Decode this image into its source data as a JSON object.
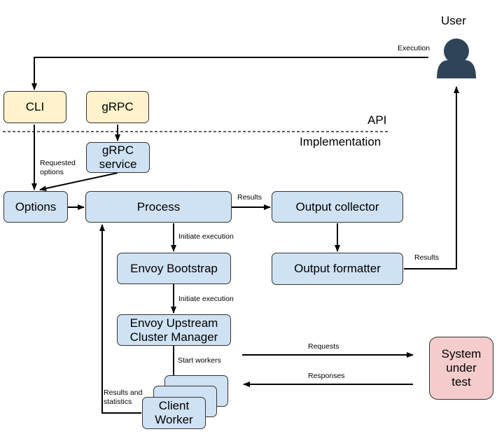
{
  "user": {
    "label": "User",
    "icon": "user-icon"
  },
  "layers": {
    "api": "API",
    "implementation": "Implementation"
  },
  "boxes": {
    "cli": "CLI",
    "grpc": "gRPC",
    "grpc_service": "gRPC service",
    "options": "Options",
    "process": "Process",
    "output_collector": "Output collector",
    "output_formatter": "Output formatter",
    "envoy_bootstrap": "Envoy Bootstrap",
    "envoy_upstream": "Envoy Upstream Cluster Manager",
    "client_worker": "Client Worker",
    "system_under_test": "System under test"
  },
  "edge_labels": {
    "execution": "Execution",
    "requested_options": "Requested options",
    "results_process": "Results",
    "results_formatter": "Results",
    "initiate_1": "Initiate execution",
    "initiate_2": "Initiate execution",
    "start_workers": "Start workers",
    "requests": "Requests",
    "responses": "Responses",
    "results_and_statistics": "Results and statistics"
  },
  "colors": {
    "api": "#fff2cc",
    "implementation": "#cfe2f3",
    "system_under_test": "#f4cccc",
    "user_icon": "#2f4459"
  }
}
